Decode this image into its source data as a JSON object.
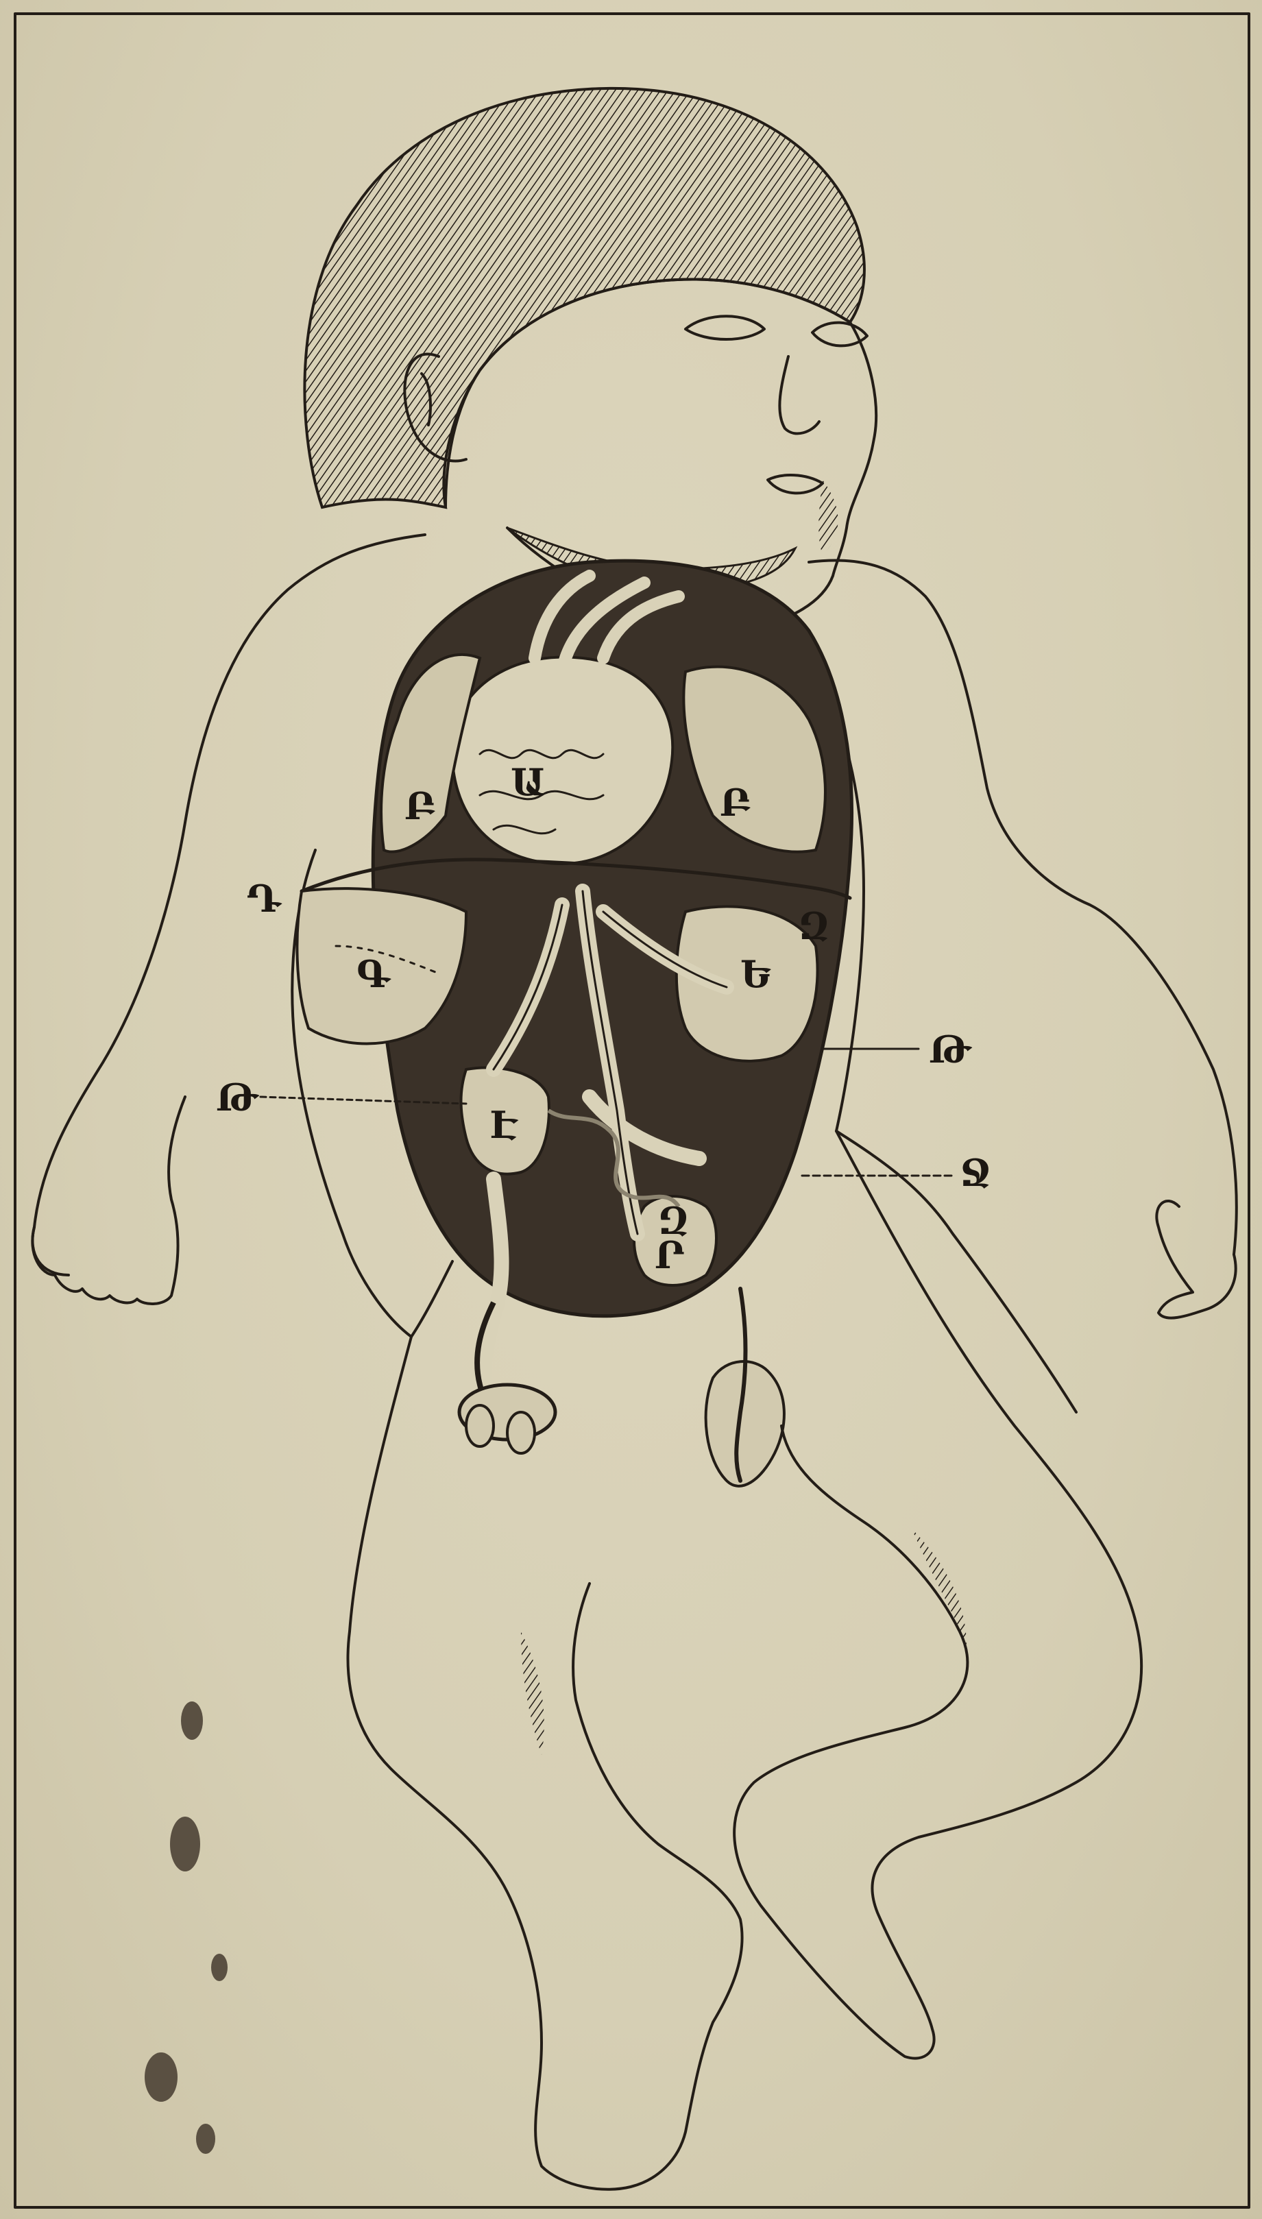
{
  "figure": {
    "labels": {
      "A": "Ա",
      "B_left": "Բ",
      "B_right": "Բ",
      "G": "Գ",
      "D": "Դ",
      "E": "Ե",
      "Z_left": "Զ",
      "Z_right": "Զ",
      "E2": "Է",
      "R": "Ր",
      "T_left": "Թ",
      "T_right": "Թ",
      "J": "Ջ"
    },
    "colors": {
      "paper": "#d9d2b8",
      "ink": "#231d17",
      "stain": "#5a5042"
    }
  }
}
